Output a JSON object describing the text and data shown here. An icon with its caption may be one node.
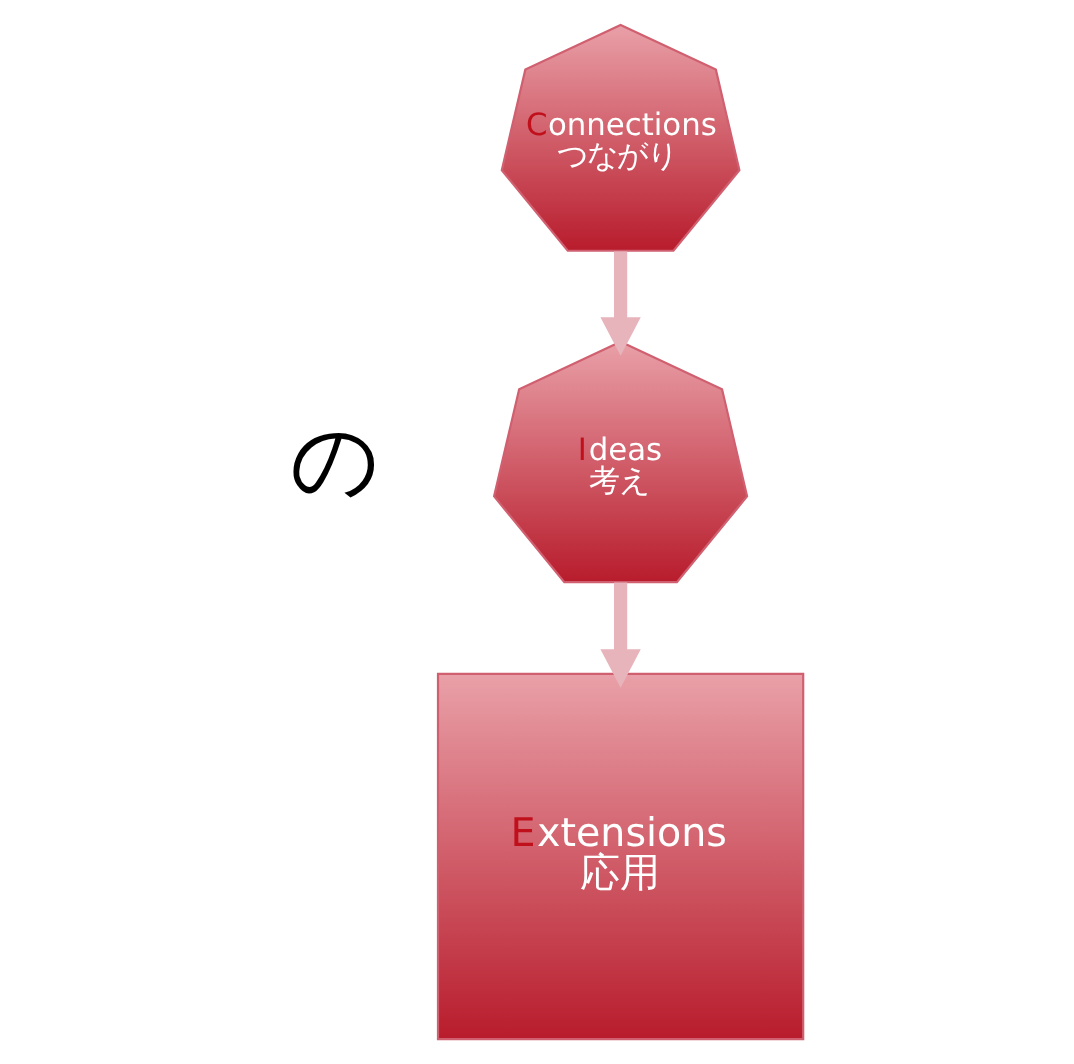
{
  "diagram": {
    "nodes": [
      {
        "text": [
          "Ideas",
          "考え"
        ]
      },
      {
        "text": [
          "Connections",
          "つながり"
        ]
      },
      {
        "text": [
          "Extensions",
          "応用"
        ]
      }
    ],
    "edges": [
      {
        "from": 1,
        "to": 0,
        "arrow": "to",
        "color": "#e8b4bb"
      },
      {
        "from": 0,
        "to": 2,
        "arrow": "to",
        "color": "#e8b4bb"
      }
    ],
    "labels": [
      "の"
    ]
  }
}
